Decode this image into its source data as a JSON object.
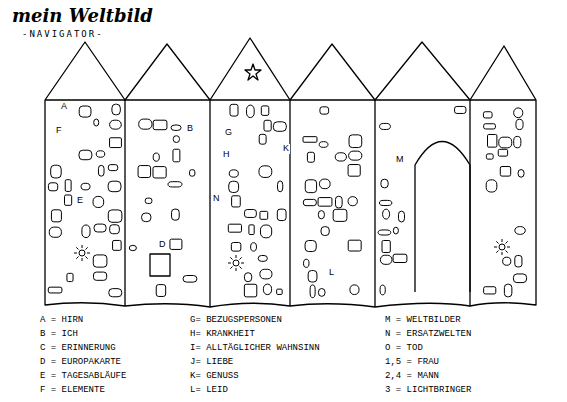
{
  "diagram": {
    "title": "mein Weltbild",
    "labels": [
      "-NAVIGATOR-",
      "A",
      "F",
      "E",
      "D",
      "B",
      "G",
      "H",
      "N",
      "K",
      "L",
      "M",
      "A = HIRN",
      "B = ICH",
      "C = ERINNERUNG",
      "D = EUROPAKARTE",
      "E = TAGESABLÄUFE",
      "F = ELEMENTE",
      "G= BEZUGSPERSONEN",
      "H= KRANKHEIT",
      "I= ALLTÄGLICHER WAHNSINN",
      "J= LIEBE",
      "K= GENUSS",
      "L= LEID",
      "M = WELTBILDER",
      "N = ERSATZWELTEN",
      "O = TOD",
      "1,5 = FRAU",
      "2,4 = MANN",
      "3 = LICHTBRINGER"
    ]
  }
}
